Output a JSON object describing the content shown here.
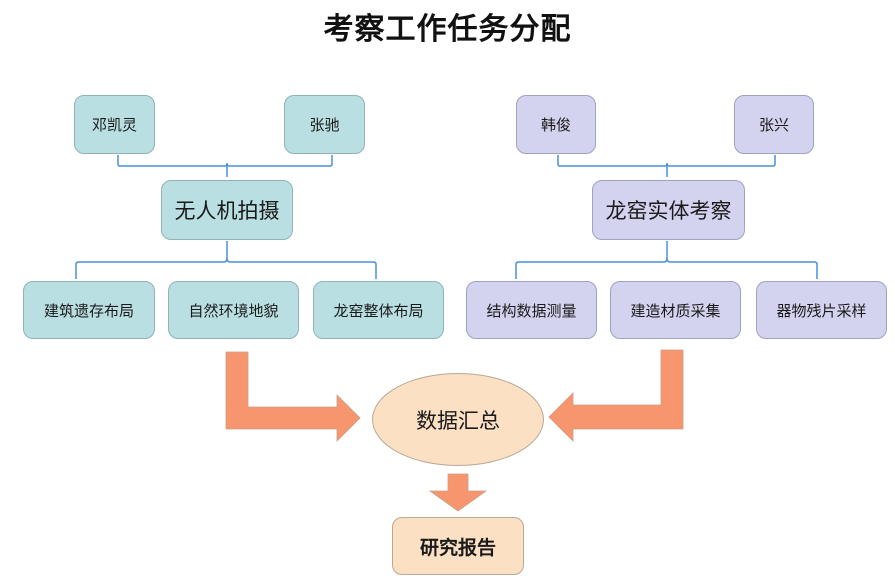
{
  "title": "考察工作任务分配",
  "left_group": {
    "members": [
      "邓凯灵",
      "张驰"
    ],
    "task": "无人机拍摄",
    "subtasks": [
      "建筑遗存布局",
      "自然环境地貌",
      "龙窑整体布局"
    ]
  },
  "right_group": {
    "members": [
      "韩俊",
      "张兴"
    ],
    "task": "龙窑实体考察",
    "subtasks": [
      "结构数据测量",
      "建造材质采集",
      "器物残片采样"
    ]
  },
  "summary": "数据汇总",
  "report": "研究报告",
  "colors": {
    "left_fill": "#b9dfe2",
    "right_fill": "#d3d3f0",
    "summary_fill": "#fbe0c4",
    "arrow": "#f7956e",
    "connector": "#4a90d9"
  }
}
